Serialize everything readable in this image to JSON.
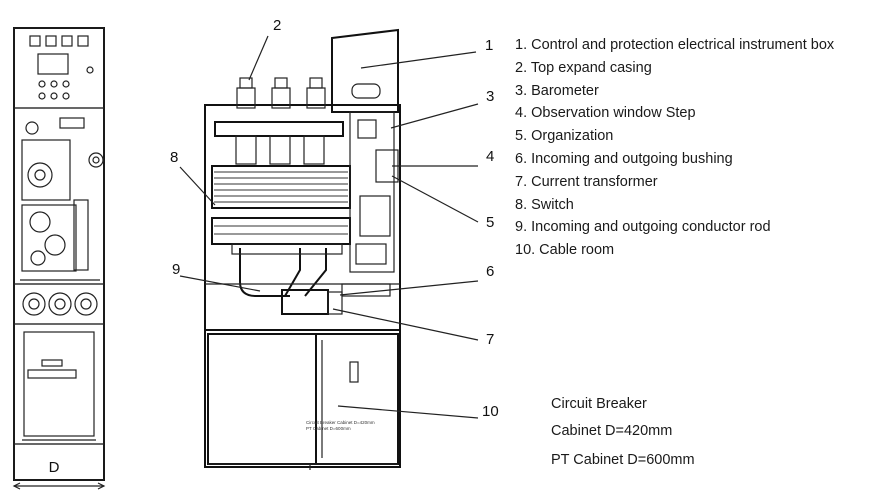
{
  "callouts": [
    "1",
    "2",
    "3",
    "4",
    "5",
    "6",
    "7",
    "8",
    "9",
    "10"
  ],
  "legend": [
    "1. Control and protection electrical instrument box",
    "2. Top expand casing",
    "3. Barometer",
    "4. Observation window Step",
    "5. Organization",
    "6. Incoming and outgoing bushing",
    "7. Current transformer",
    "8. Switch",
    "9. Incoming and outgoing conductor rod",
    "10. Cable room"
  ],
  "notes": {
    "line1": "Circuit Breaker",
    "line2": "Cabinet D=420mm",
    "line3": "PT Cabinet D=600mm"
  },
  "dimension_label": "D",
  "inner_label_1": "Circuit Breaker Cabinet D=420mm",
  "inner_label_2": "PT Cabinet D=600mm"
}
